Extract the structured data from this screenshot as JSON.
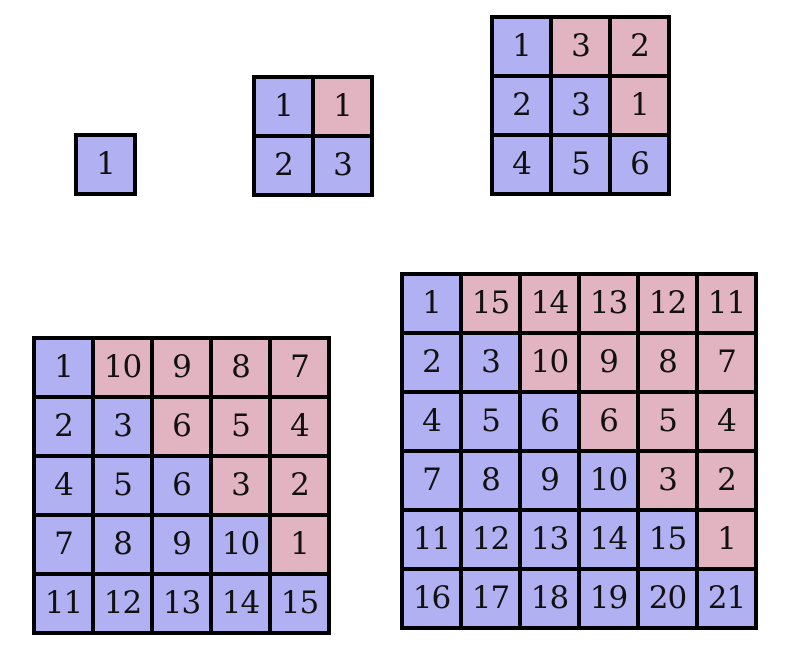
{
  "colors": {
    "lower_cell": "#b0b0f2",
    "upper_cell": "#e2b4c2",
    "border": "#000000"
  },
  "grids": [
    {
      "id": "g1",
      "size": 1,
      "cells": [
        [
          {
            "v": "1",
            "c": "lower"
          }
        ]
      ]
    },
    {
      "id": "g2",
      "size": 2,
      "cells": [
        [
          {
            "v": "1",
            "c": "lower"
          },
          {
            "v": "1",
            "c": "upper"
          }
        ],
        [
          {
            "v": "2",
            "c": "lower"
          },
          {
            "v": "3",
            "c": "lower"
          }
        ]
      ]
    },
    {
      "id": "g3",
      "size": 3,
      "cells": [
        [
          {
            "v": "1",
            "c": "lower"
          },
          {
            "v": "3",
            "c": "upper"
          },
          {
            "v": "2",
            "c": "upper"
          }
        ],
        [
          {
            "v": "2",
            "c": "lower"
          },
          {
            "v": "3",
            "c": "lower"
          },
          {
            "v": "1",
            "c": "upper"
          }
        ],
        [
          {
            "v": "4",
            "c": "lower"
          },
          {
            "v": "5",
            "c": "lower"
          },
          {
            "v": "6",
            "c": "lower"
          }
        ]
      ]
    },
    {
      "id": "g5",
      "size": 5,
      "cells": [
        [
          {
            "v": "1",
            "c": "lower"
          },
          {
            "v": "10",
            "c": "upper"
          },
          {
            "v": "9",
            "c": "upper"
          },
          {
            "v": "8",
            "c": "upper"
          },
          {
            "v": "7",
            "c": "upper"
          }
        ],
        [
          {
            "v": "2",
            "c": "lower"
          },
          {
            "v": "3",
            "c": "lower"
          },
          {
            "v": "6",
            "c": "upper"
          },
          {
            "v": "5",
            "c": "upper"
          },
          {
            "v": "4",
            "c": "upper"
          }
        ],
        [
          {
            "v": "4",
            "c": "lower"
          },
          {
            "v": "5",
            "c": "lower"
          },
          {
            "v": "6",
            "c": "lower"
          },
          {
            "v": "3",
            "c": "upper"
          },
          {
            "v": "2",
            "c": "upper"
          }
        ],
        [
          {
            "v": "7",
            "c": "lower"
          },
          {
            "v": "8",
            "c": "lower"
          },
          {
            "v": "9",
            "c": "lower"
          },
          {
            "v": "10",
            "c": "lower"
          },
          {
            "v": "1",
            "c": "upper"
          }
        ],
        [
          {
            "v": "11",
            "c": "lower"
          },
          {
            "v": "12",
            "c": "lower"
          },
          {
            "v": "13",
            "c": "lower"
          },
          {
            "v": "14",
            "c": "lower"
          },
          {
            "v": "15",
            "c": "lower"
          }
        ]
      ]
    },
    {
      "id": "g6",
      "size": 6,
      "cells": [
        [
          {
            "v": "1",
            "c": "lower"
          },
          {
            "v": "15",
            "c": "upper"
          },
          {
            "v": "14",
            "c": "upper"
          },
          {
            "v": "13",
            "c": "upper"
          },
          {
            "v": "12",
            "c": "upper"
          },
          {
            "v": "11",
            "c": "upper"
          }
        ],
        [
          {
            "v": "2",
            "c": "lower"
          },
          {
            "v": "3",
            "c": "lower"
          },
          {
            "v": "10",
            "c": "upper"
          },
          {
            "v": "9",
            "c": "upper"
          },
          {
            "v": "8",
            "c": "upper"
          },
          {
            "v": "7",
            "c": "upper"
          }
        ],
        [
          {
            "v": "4",
            "c": "lower"
          },
          {
            "v": "5",
            "c": "lower"
          },
          {
            "v": "6",
            "c": "lower"
          },
          {
            "v": "6",
            "c": "upper"
          },
          {
            "v": "5",
            "c": "upper"
          },
          {
            "v": "4",
            "c": "upper"
          }
        ],
        [
          {
            "v": "7",
            "c": "lower"
          },
          {
            "v": "8",
            "c": "lower"
          },
          {
            "v": "9",
            "c": "lower"
          },
          {
            "v": "10",
            "c": "lower"
          },
          {
            "v": "3",
            "c": "upper"
          },
          {
            "v": "2",
            "c": "upper"
          }
        ],
        [
          {
            "v": "11",
            "c": "lower"
          },
          {
            "v": "12",
            "c": "lower"
          },
          {
            "v": "13",
            "c": "lower"
          },
          {
            "v": "14",
            "c": "lower"
          },
          {
            "v": "15",
            "c": "lower"
          },
          {
            "v": "1",
            "c": "upper"
          }
        ],
        [
          {
            "v": "16",
            "c": "lower"
          },
          {
            "v": "17",
            "c": "lower"
          },
          {
            "v": "18",
            "c": "lower"
          },
          {
            "v": "19",
            "c": "lower"
          },
          {
            "v": "20",
            "c": "lower"
          },
          {
            "v": "21",
            "c": "lower"
          }
        ]
      ]
    }
  ]
}
